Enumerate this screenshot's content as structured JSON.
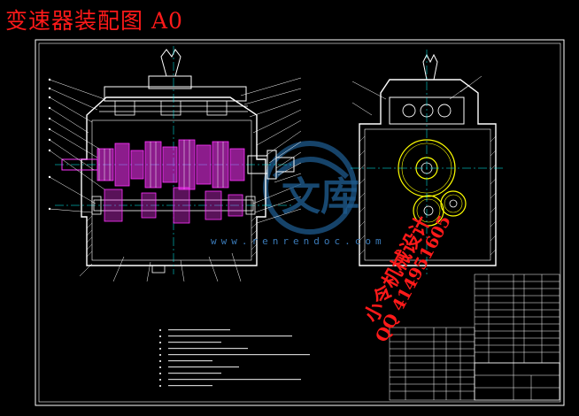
{
  "title": "变速器装配图 A0",
  "watermark_line1": "小令机械设计",
  "watermark_line2": "QQ 414951605",
  "site_url": "www.renrendoc.com",
  "site_logo_text": "文库",
  "colors": {
    "background": "#000000",
    "frame": "#ffffff",
    "title_red": "#ff1a1a",
    "gear_magenta": "#ff33ff",
    "gear_yellow": "#ffff00",
    "centerline_cyan": "#00ffff",
    "watermark_blue": "#1e5a8c"
  }
}
